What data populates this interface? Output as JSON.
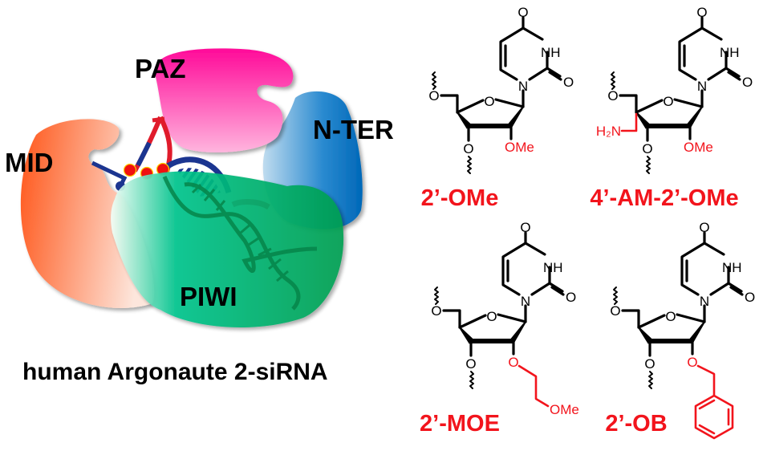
{
  "colors": {
    "accent_red": "#f2141c",
    "paz": "#ff1493",
    "nter": "#0a74c2",
    "mid": "#ff5a1f",
    "piwi": "#00a45c",
    "rna_guide": "#1b3590",
    "rna_passenger": "#e01b2b"
  },
  "complex": {
    "domains": {
      "paz": "PAZ",
      "nter": "N-TER",
      "mid": "MID",
      "piwi": "PIWI"
    },
    "caption": "human Argonaute 2-siRNA"
  },
  "atoms": {
    "o": "O",
    "nh": "NH",
    "n": "N",
    "ome": "OMe",
    "h2n": "H₂N"
  },
  "modifications": [
    {
      "label": "2’-OMe"
    },
    {
      "label": "4’-AM-2’-OMe"
    },
    {
      "label": "2’-MOE"
    },
    {
      "label": "2’-OB"
    }
  ]
}
